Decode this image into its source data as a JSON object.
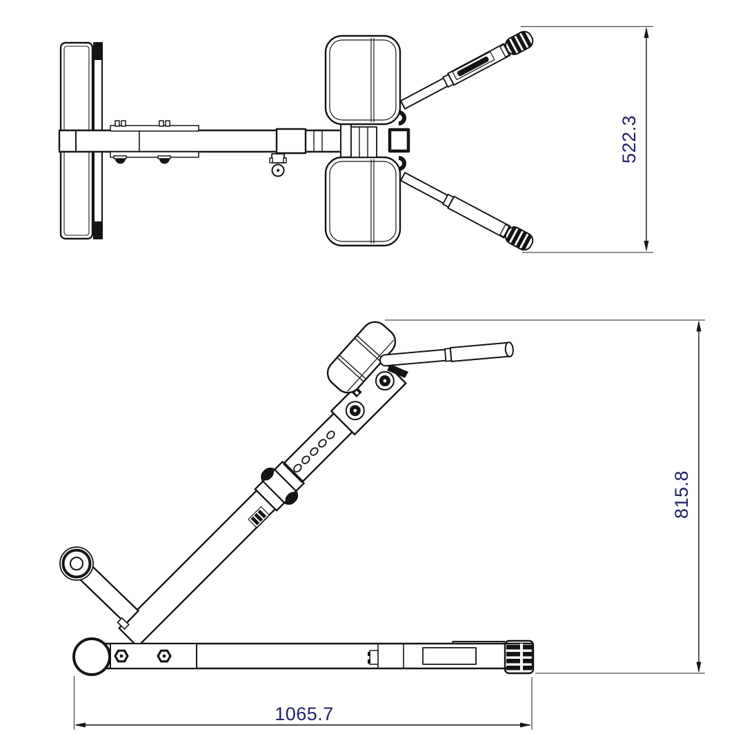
{
  "background": "#ffffff",
  "drawing": {
    "stroke_color": "#141414",
    "dim_line_color": "#4a4a4a",
    "dim_text_color": "#1f2066",
    "dimensions": {
      "top_view_height": {
        "value": "522.3",
        "orientation": "vertical"
      },
      "side_view_height": {
        "value": "815.8",
        "orientation": "vertical"
      },
      "overall_length": {
        "value": "1065.7",
        "orientation": "horizontal"
      }
    }
  }
}
